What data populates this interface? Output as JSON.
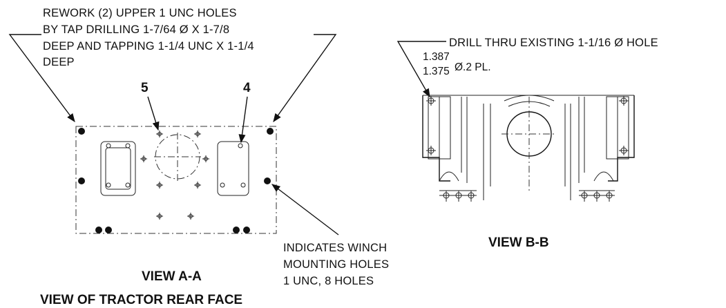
{
  "rework_note": {
    "line1": "REWORK (2) UPPER 1 UNC HOLES",
    "line2": "BY TAP DRILLING 1-7/64 Ø X 1-7/8",
    "line3": "DEEP AND TAPPING 1-1/4 UNC X 1-1/4",
    "line4": "DEEP"
  },
  "drill_note": {
    "line1": "DRILL THRU EXISTING 1-1/16 Ø HOLE",
    "dim_upper": "1.387",
    "dim_lower": "1.375",
    "dim_suffix": "Ø.2 PL."
  },
  "winch_note": {
    "line1": "INDICATES WINCH",
    "line2": "MOUNTING HOLES",
    "line3": "1 UNC, 8 HOLES"
  },
  "callouts": {
    "five": "5",
    "four": "4"
  },
  "titles": {
    "view_aa": "VIEW A-A",
    "view_bb": "VIEW B-B",
    "main": "VIEW OF TRACTOR REAR FACE"
  }
}
